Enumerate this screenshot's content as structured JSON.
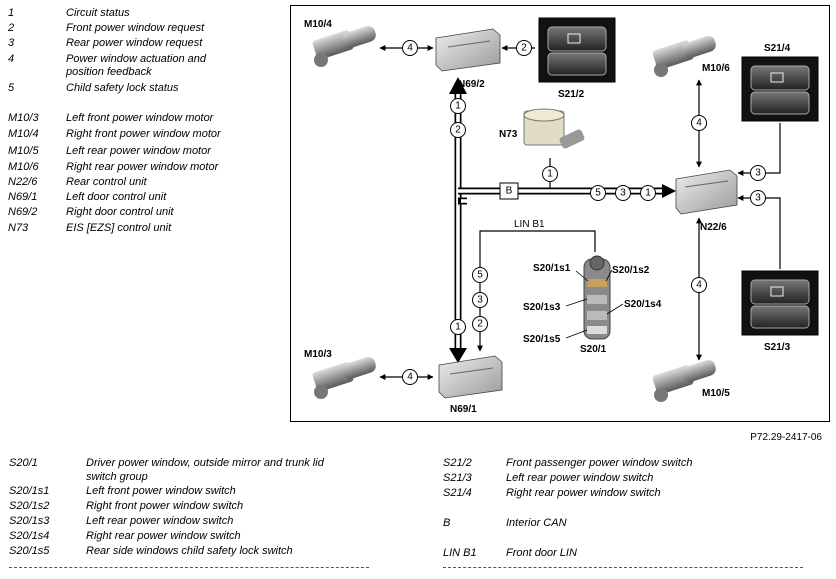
{
  "legend_top": [
    {
      "key": "1",
      "text": "Circuit status"
    },
    {
      "key": "2",
      "text": "Front power window request"
    },
    {
      "key": "3",
      "text": "Rear power window request"
    },
    {
      "key": "4",
      "text": "Power window actuation and",
      "text2": "position feedback"
    },
    {
      "key": "5",
      "text": "Child safety lock status"
    },
    {
      "key": "M10/3",
      "text": "Left front power window motor"
    },
    {
      "key": "M10/4",
      "text": "Right front power window motor"
    },
    {
      "key": "M10/5",
      "text": "Left rear power window motor"
    },
    {
      "key": "M10/6",
      "text": "Right rear power window motor"
    },
    {
      "key": "N22/6",
      "text": "Rear control unit"
    },
    {
      "key": "N69/1",
      "text": "Left door control unit"
    },
    {
      "key": "N69/2",
      "text": "Right door control unit"
    },
    {
      "key": "N73",
      "text": "EIS [EZS] control unit"
    }
  ],
  "diagram": {
    "labels": {
      "m10_4": "M10/4",
      "n69_2": "N69/2",
      "s21_2": "S21/2",
      "m10_6": "M10/6",
      "s21_4": "S21/4",
      "n73": "N73",
      "b": "B",
      "n22_6": "N22/6",
      "lin_b1": "LIN B1",
      "s20_1s1": "S20/1s1",
      "s20_1s2": "S20/1s2",
      "s20_1s3": "S20/1s3",
      "s20_1s4": "S20/1s4",
      "s20_1s5": "S20/1s5",
      "s20_1": "S20/1",
      "m10_3": "M10/3",
      "n69_1": "N69/1",
      "s21_3": "S21/3",
      "m10_5": "M10/5"
    },
    "circles": {
      "c_m104_n692": "4",
      "c_s212_n692": "2",
      "c_vert_1": "1",
      "c_vert_2": "2",
      "c_n73": "1",
      "c_bus_5": "5",
      "c_bus_3": "3",
      "c_bus_1": "1",
      "c_m106": "4",
      "c_s214": "3",
      "c_s213": "3",
      "c_m105": "4",
      "c_lin_5": "5",
      "c_lin_3": "3",
      "c_lin_2": "2",
      "c_lin_1": "1",
      "c_m103_n691": "4"
    }
  },
  "reference": "P72.29-2417-06",
  "legend_bottom_left": [
    {
      "key": "S20/1",
      "text": "Driver power window, outside mirror and trunk lid",
      "text2": "switch group"
    },
    {
      "key": "S20/1s1",
      "text": "Left front power window switch"
    },
    {
      "key": "S20/1s2",
      "text": "Right front power window switch"
    },
    {
      "key": "S20/1s3",
      "text": "Left rear power window switch"
    },
    {
      "key": "S20/1s4",
      "text": "Right rear power window switch"
    },
    {
      "key": "S20/1s5",
      "text": "Rear side windows child safety lock switch"
    }
  ],
  "legend_bottom_right": [
    {
      "key": "S21/2",
      "text": "Front passenger power window switch"
    },
    {
      "key": "S21/3",
      "text": "Left rear power window switch"
    },
    {
      "key": "S21/4",
      "text": "Right rear power window switch"
    },
    {
      "key": "B",
      "text": "Interior CAN"
    },
    {
      "key": "LIN B1",
      "text": "Front door LIN"
    }
  ]
}
